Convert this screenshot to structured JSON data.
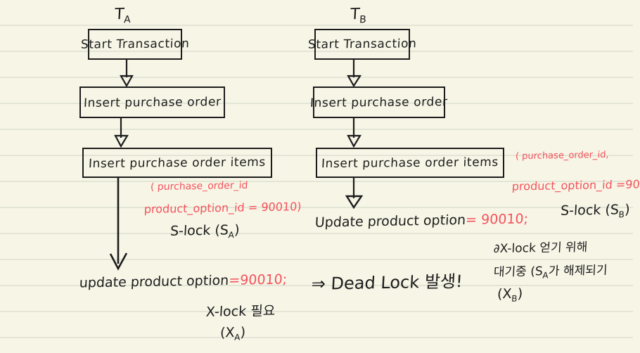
{
  "page": {
    "background_color": "#f7f5e6",
    "rule_line_color": "#e3e5d6",
    "ink_color": "#1c1c1c",
    "accent_color": "#f4525c"
  },
  "transactions": {
    "left": {
      "title": "T",
      "title_sub": "A",
      "steps": [
        {
          "label": "Start Transaction"
        },
        {
          "label": "Insert  purchase  order"
        },
        {
          "label": "Insert  purchase  order  items"
        }
      ],
      "annotation_red_line1": "( purchase_order_id",
      "annotation_red_line2": "product_option_id = 90010)",
      "annotation_black": "S-lock (S",
      "annotation_black_sub": "A",
      "annotation_black_tail": ")",
      "final_statement_black": "update  product  option",
      "final_statement_red": "=90010;",
      "lock_note": "X-lock 필요",
      "lock_symbol": "(X",
      "lock_symbol_sub": "A",
      "lock_symbol_tail": ")"
    },
    "right": {
      "title": "T",
      "title_sub": "B",
      "steps": [
        {
          "label": "Start  Transaction"
        },
        {
          "label": "Insert purchase order"
        },
        {
          "label": "Insert  purchase  order  items"
        }
      ],
      "annotation_red_line1": "( purchase_order_id,",
      "annotation_red_line2": "product_option_id =90",
      "annotation_black": "S-lock (S",
      "annotation_black_sub": "B",
      "annotation_black_tail": ")",
      "update_statement_black": "Update  product  option",
      "update_statement_red": "= 90010;",
      "wait_note_line1": "∂X-lock 얻기 위해",
      "wait_note_line2": "대기중 (S",
      "wait_note_line2_sub": "A",
      "wait_note_line2_tail": "가 해제되기",
      "lock_symbol": "(X",
      "lock_symbol_sub": "B",
      "lock_symbol_tail": ")"
    }
  },
  "conclusion": {
    "arrow": "⇒",
    "text": "Dead  Lock",
    "korean": "발생!"
  }
}
